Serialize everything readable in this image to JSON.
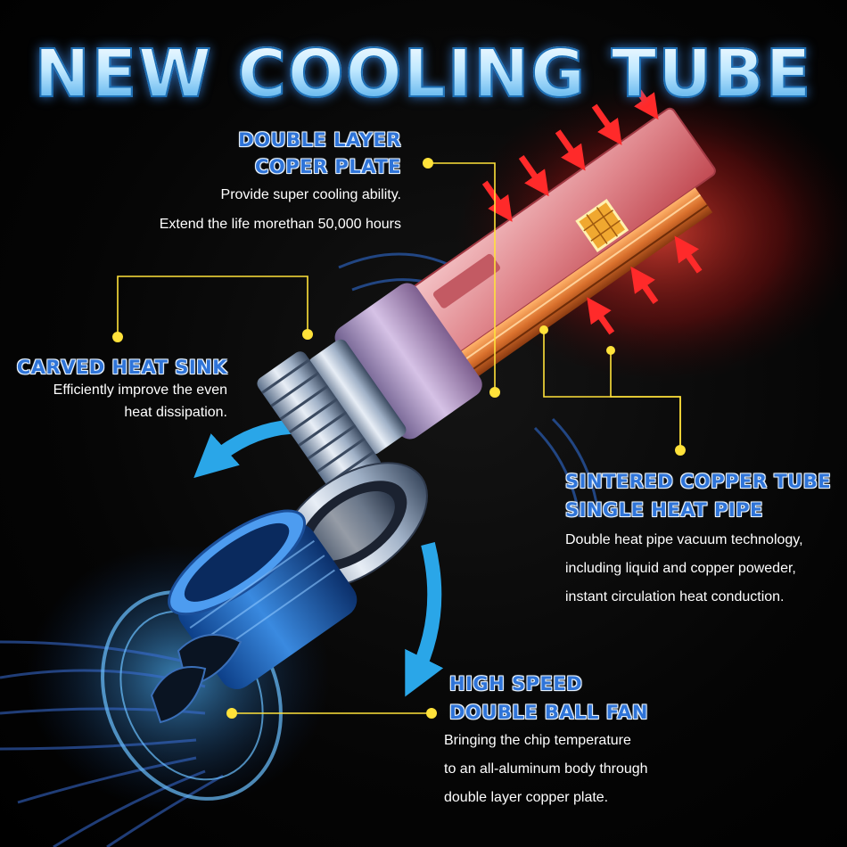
{
  "title": "NEW COOLING TUBE",
  "callouts": {
    "plate": {
      "heading_1": "DOUBLE LAYER",
      "heading_2": "COPER PLATE",
      "desc_1": "Provide super cooling ability.",
      "desc_2": "Extend the life morethan 50,000 hours"
    },
    "heatsink": {
      "heading": "CARVED HEAT SINK",
      "desc_1": "Efficiently improve the even",
      "desc_2": "heat dissipation."
    },
    "tube": {
      "heading_1": "SINTERED COPPER TUBE",
      "heading_2": "SINGLE HEAT PIPE",
      "desc_1": "Double heat pipe vacuum technology,",
      "desc_2": "including liquid and copper poweder,",
      "desc_3": "instant circulation heat conduction."
    },
    "fan": {
      "heading_1": "HIGH SPEED",
      "heading_2": "DOUBLE BALL FAN",
      "desc_1": "Bringing the chip temperature",
      "desc_2": "to an all-aluminum body through",
      "desc_3": "double layer copper plate."
    }
  },
  "colors": {
    "heading": "#2f74d8",
    "leader": "#ffe23a",
    "heat": "#ff3b2f",
    "cool": "#2aa6e8"
  }
}
